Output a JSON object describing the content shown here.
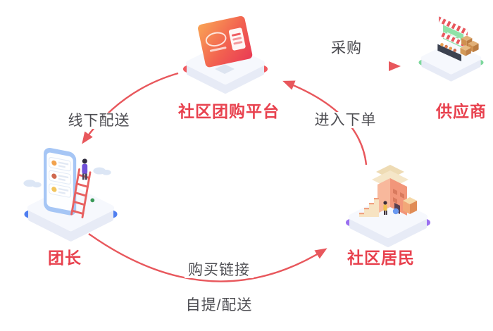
{
  "diagram": {
    "type": "flow",
    "background": "#ffffff",
    "nodes": [
      {
        "id": "platform",
        "label": "社区团购平台",
        "icon": "pos-card-platform-illustration",
        "accent": "#f05a60"
      },
      {
        "id": "supplier",
        "label": "供应商",
        "icon": "market-stall-illustration",
        "accent": "#7dd89c"
      },
      {
        "id": "leader",
        "label": "团长",
        "icon": "phone-ladder-illustration",
        "accent": "#4f7ef0"
      },
      {
        "id": "residents",
        "label": "社区居民",
        "icon": "community-building-illustration",
        "accent": "#9a6ff0"
      }
    ],
    "edges": [
      {
        "from": "platform",
        "to": "supplier",
        "label": "采购"
      },
      {
        "from": "residents",
        "to": "platform",
        "label": "进入下单"
      },
      {
        "from": "platform",
        "to": "leader",
        "label": "线下配送"
      },
      {
        "from": "leader",
        "to": "residents",
        "label": "购买链接",
        "label_below": "自提/配送"
      }
    ],
    "colors": {
      "node_label_red": "#e8414e",
      "edge_label_gray": "#4d4d52",
      "arrow_red": "#e8575c"
    }
  }
}
